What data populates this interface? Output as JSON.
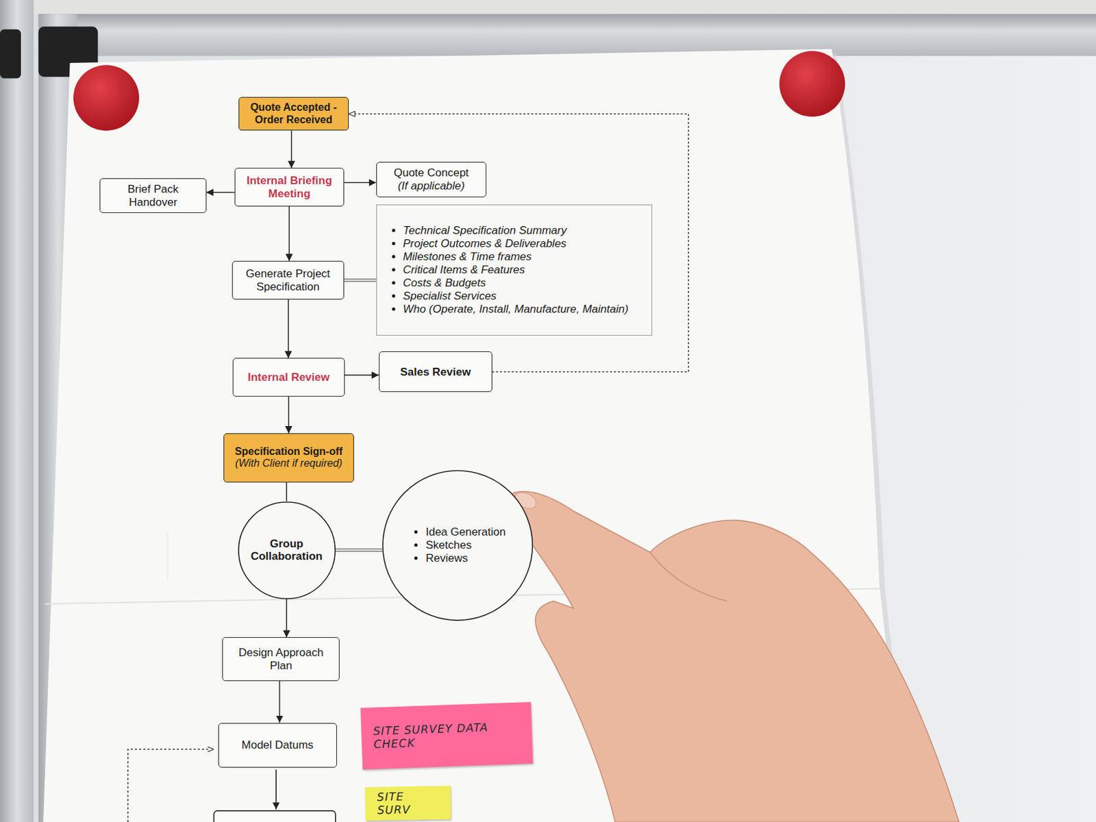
{
  "diagram": {
    "nodes": [
      {
        "text": [
          "Quote Accepted - Order Received"
        ]
      },
      {
        "text": [
          "Internal Briefing Meeting"
        ]
      },
      {
        "text": [
          "Brief Pack Handover"
        ]
      },
      {
        "text": [
          "Quote Concept",
          "(If applicable)"
        ]
      },
      {
        "text": [
          "Generate Project Specification"
        ]
      },
      {
        "text": [
          "Technical Specification Summary",
          "Project Outcomes & Deliverables",
          "Milestones & Time frames",
          "Critical Items & Features",
          "Costs & Budgets",
          "Specialist Services",
          "Who (Operate, Install, Manufacture, Maintain)"
        ]
      },
      {
        "text": [
          "Internal Review"
        ]
      },
      {
        "text": [
          "Sales Review"
        ]
      },
      {
        "text": [
          "Specification Sign-off",
          "(With Client if required)"
        ]
      },
      {
        "text": [
          "Group Collaboration"
        ]
      },
      {
        "text": [
          "Idea Generation",
          "Sketches",
          "Reviews"
        ]
      },
      {
        "text": [
          "Design Approach Plan"
        ]
      },
      {
        "text": [
          "Model Datums"
        ]
      },
      {
        "text": [
          "SITE SURVEY DATA CHECK"
        ]
      },
      {
        "text": [
          "SITE SURV"
        ]
      }
    ],
    "edges": [
      {
        "from": 0,
        "to": 1,
        "arrow": "to"
      },
      {
        "from": 1,
        "to": 2,
        "arrow": "to"
      },
      {
        "from": 1,
        "to": 3,
        "arrow": "to"
      },
      {
        "from": 1,
        "to": 4,
        "arrow": "to"
      },
      {
        "from": 4,
        "to": 5,
        "arrow": "none"
      },
      {
        "from": 4,
        "to": 6,
        "arrow": "to"
      },
      {
        "from": 6,
        "to": 7,
        "arrow": "to"
      },
      {
        "from": 7,
        "to": 0,
        "arrow": "to"
      },
      {
        "from": 6,
        "to": 8,
        "arrow": "to"
      },
      {
        "from": 8,
        "to": 9,
        "arrow": "none"
      },
      {
        "from": 9,
        "to": 10,
        "arrow": "none"
      },
      {
        "from": 9,
        "to": 11,
        "arrow": "to"
      },
      {
        "from": 11,
        "to": 12,
        "arrow": "to"
      }
    ]
  }
}
